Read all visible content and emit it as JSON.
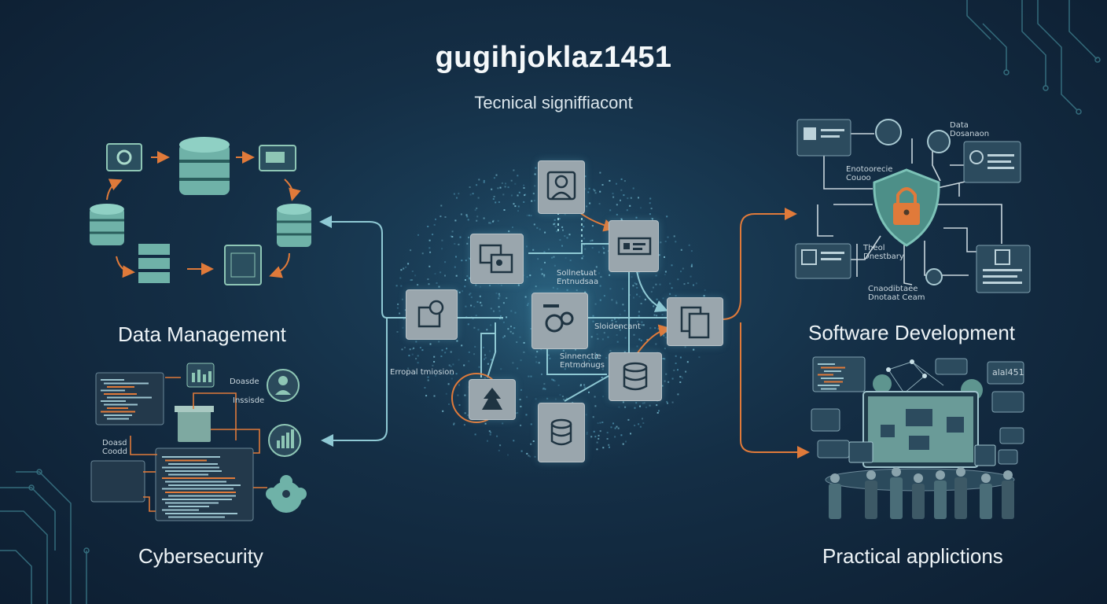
{
  "title": "gugihjoklaz1451",
  "subtitle": "Tecnical signiffiacont",
  "sections": {
    "data_management": "Data Management",
    "software_development": "Software Development",
    "cybersecurity": "Cybersecurity",
    "practical_applications": "Practical applictions"
  },
  "center_labels": {
    "network_a": "Sollnetuat\nEntnudsaa",
    "network_b": "Sloidencant",
    "network_c": "Sinnenctie\nEntmdnugs",
    "left": "Erropal tmiosion"
  },
  "security_labels": {
    "data": "Data\nDosanaon",
    "doc": "Enotoorecie\nCouoo",
    "threat": "Theol\nDnestbary",
    "bottom": "Cnaodibtaee\nDnotaat Ceam"
  },
  "cyber_labels": {
    "a": "Doasde",
    "b": "Inssisde",
    "c": "Doasd\nCoodd"
  },
  "practical_labels": {
    "stat": "alal451"
  },
  "colors": {
    "accent_teal": "#6fb2a8",
    "accent_orange": "#e07a3a",
    "line": "#8fc9d4",
    "node_fill": "#9aa6ad"
  }
}
